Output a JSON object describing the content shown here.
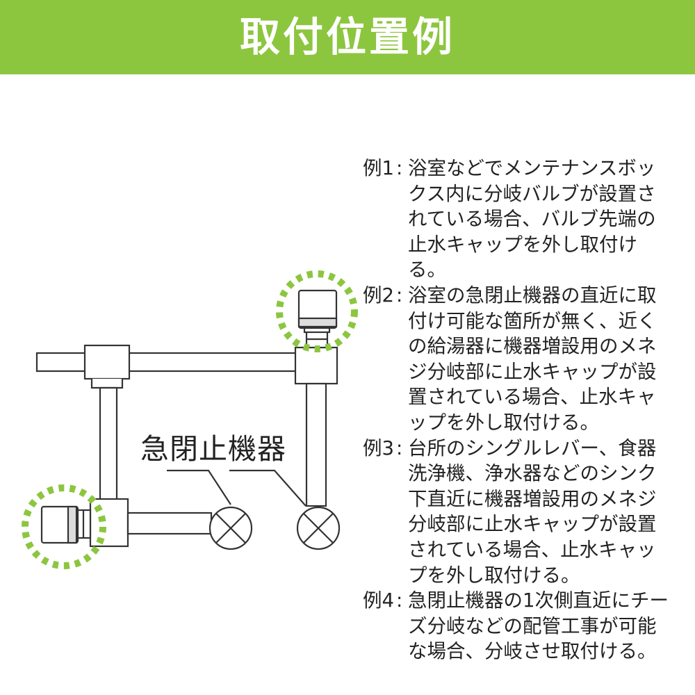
{
  "header": {
    "title": "取付位置例"
  },
  "diagram": {
    "device_label": "急閉止機器"
  },
  "examples": [
    {
      "label": "例1",
      "separator": ":",
      "text": "浴室などでメンテナンスボックス内に分岐バルブが設置されている場合、バルブ先端の止水キャップを外し取付ける。"
    },
    {
      "label": "例2",
      "separator": ":",
      "text": "浴室の急閉止機器の直近に取付け可能な箇所が無く、近くの給湯器に機器増設用のメネジ分岐部に止水キャップが設置されている場合、止水キャップを外し取付ける。"
    },
    {
      "label": "例3",
      "separator": ":",
      "text": "台所のシングルレバー、食器洗浄機、浄水器などのシンク下直近に機器増設用のメネジ分岐部に止水キャップが設置されている場合、止水キャップを外し取付ける。"
    },
    {
      "label": "例4",
      "separator": ":",
      "text": "急閉止機器の1次側直近にチーズ分岐などの配管工事が可能な場合、分岐させ取付ける。"
    }
  ],
  "colors": {
    "accent": "#8cc63f",
    "line": "#333333"
  }
}
